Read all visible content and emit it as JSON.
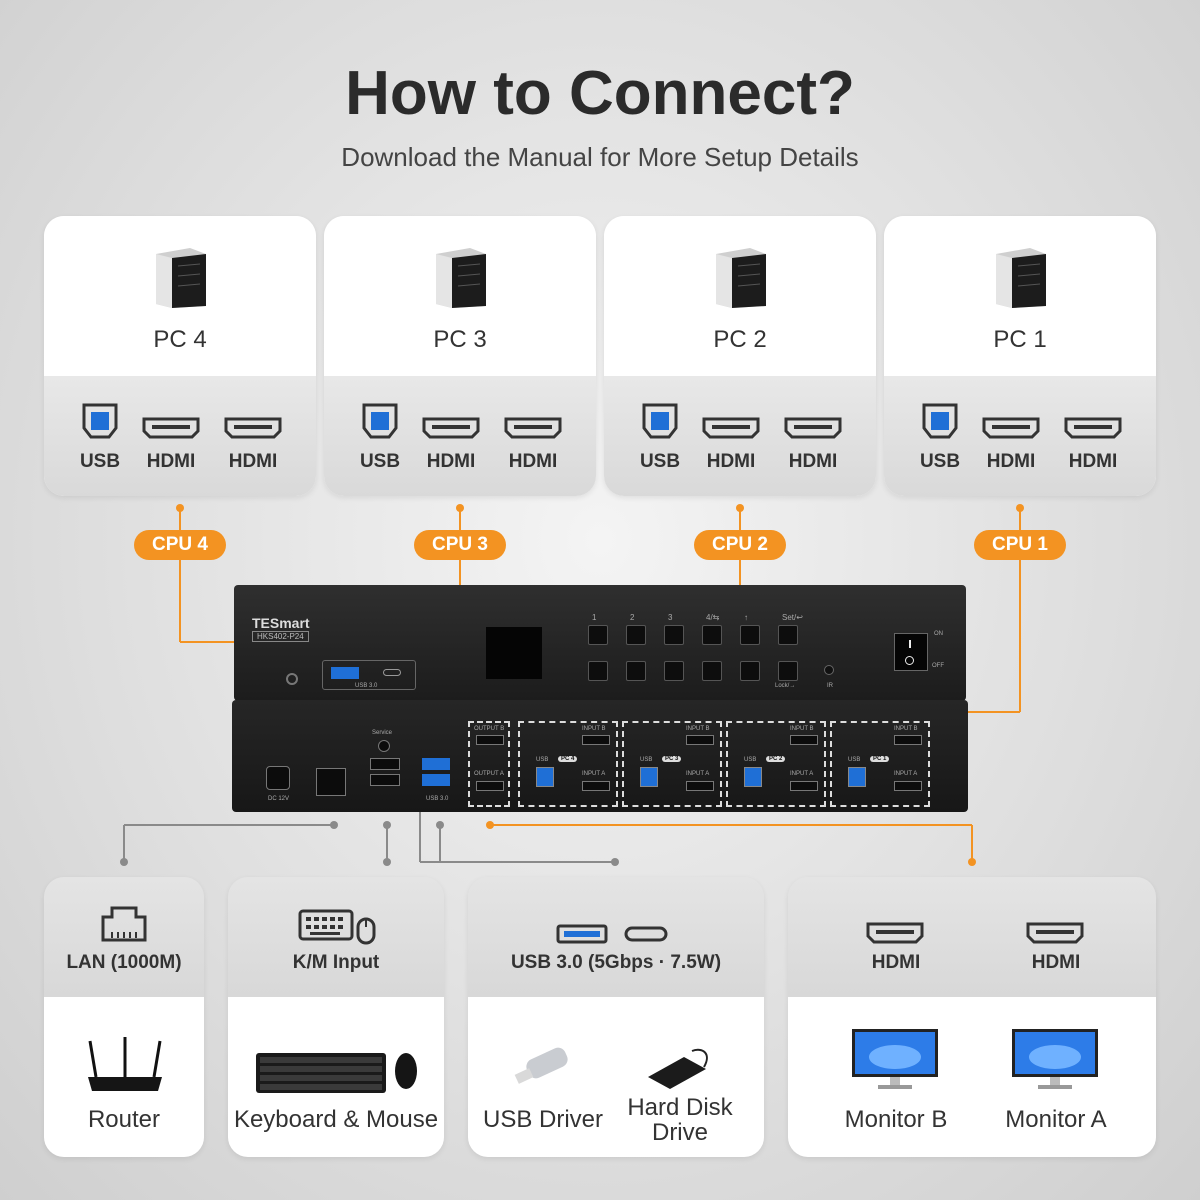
{
  "header": {
    "title": "How to Connect?",
    "subtitle": "Download the Manual for More Setup Details"
  },
  "pcs": [
    {
      "label": "PC 4",
      "ports": [
        "USB",
        "HDMI",
        "HDMI"
      ],
      "connector": "CPU 4"
    },
    {
      "label": "PC 3",
      "ports": [
        "USB",
        "HDMI",
        "HDMI"
      ],
      "connector": "CPU 3"
    },
    {
      "label": "PC 2",
      "ports": [
        "USB",
        "HDMI",
        "HDMI"
      ],
      "connector": "CPU 2"
    },
    {
      "label": "PC 1",
      "ports": [
        "USB",
        "HDMI",
        "HDMI"
      ],
      "connector": "CPU 1"
    }
  ],
  "device": {
    "brand": "TESmart",
    "model": "HKS402-P24",
    "front_buttons_top": [
      "1",
      "2",
      "3",
      "4/⇆",
      "↑",
      "Set/↩"
    ],
    "power_on": "ON",
    "power_off": "OFF",
    "front_usb": "USB 3.0",
    "ir": "IR",
    "lock": "Lock/→",
    "back": {
      "dc": "DC 12V",
      "service": "Service",
      "usb30": "USB 3.0",
      "output_b": "OUTPUT B",
      "output_a": "OUTPUT A",
      "input_b": "INPUT B",
      "input_a": "INPUT A",
      "usb": "USB",
      "pc_tags": [
        "PC 4",
        "PC 3",
        "PC 2",
        "PC 1"
      ]
    }
  },
  "bottom": {
    "lan": {
      "head": "LAN (1000M)",
      "device": "Router"
    },
    "km": {
      "head": "K/M Input",
      "device": "Keyboard & Mouse"
    },
    "usb": {
      "head": "USB 3.0 (5Gbps · 7.5W)",
      "devices": [
        "USB Driver",
        "Hard Disk Drive"
      ]
    },
    "hdmi": {
      "heads": [
        "HDMI",
        "HDMI"
      ],
      "devices": [
        "Monitor B",
        "Monitor A"
      ]
    }
  },
  "colors": {
    "accent": "#f39322",
    "usb_blue": "#1f6fd6",
    "line_gray": "#888888"
  }
}
